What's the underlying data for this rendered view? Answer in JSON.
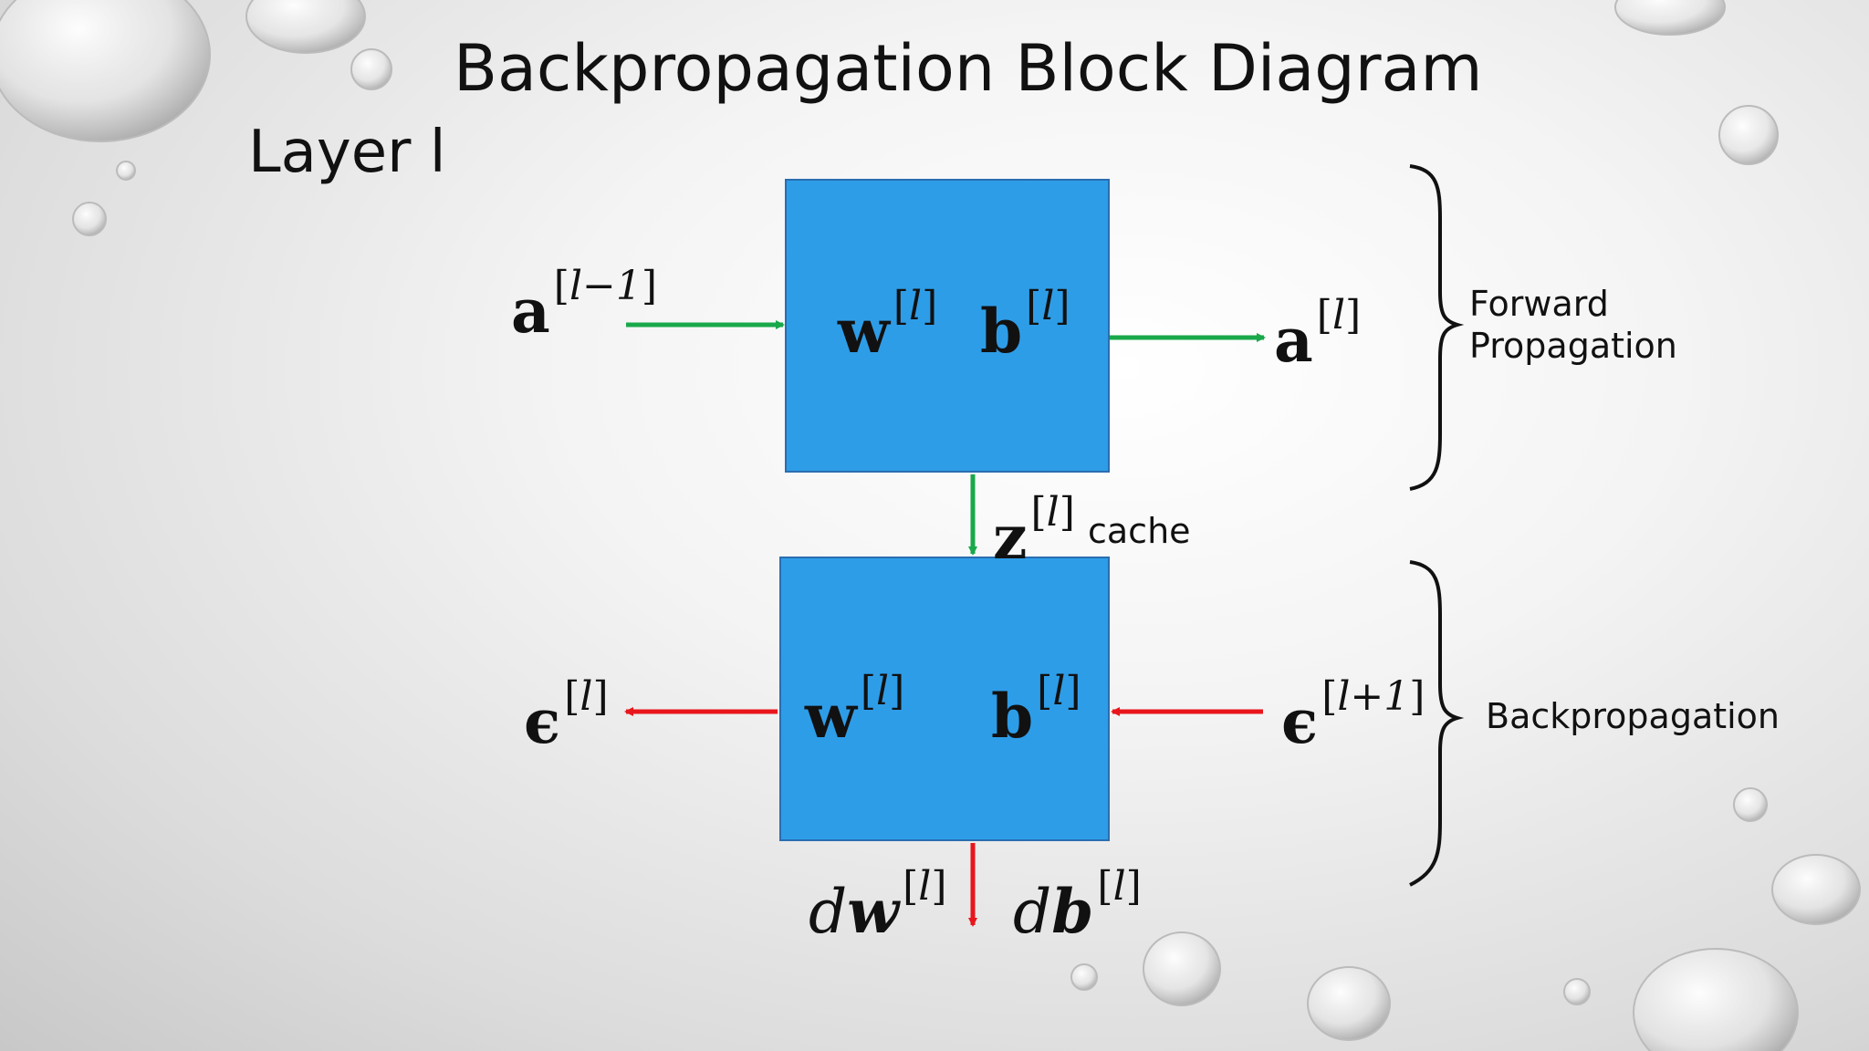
{
  "title": "Backpropagation Block Diagram",
  "layer_label": "Layer l",
  "forward_block": {
    "w_base": "w",
    "w_sup": "l",
    "b_base": "b",
    "b_sup": "l"
  },
  "backward_block": {
    "w_base": "w",
    "w_sup": "l",
    "b_base": "b",
    "b_sup": "l"
  },
  "forward_input": {
    "base": "a",
    "sup": "l−1"
  },
  "forward_output": {
    "base": "a",
    "sup": "l"
  },
  "cache": {
    "base": "z",
    "sup": "l",
    "label": "cache"
  },
  "backward_input": {
    "base": "ϵ",
    "sup": "l+1"
  },
  "backward_output": {
    "base": "ϵ",
    "sup": "l"
  },
  "gradients": {
    "dw": {
      "prefix": "d",
      "base": "w",
      "sup": "l"
    },
    "db": {
      "prefix": "d",
      "base": "b",
      "sup": "l"
    }
  },
  "forward_brace_label_line1": "Forward",
  "forward_brace_label_line2": "Propagation",
  "backward_brace_label": "Backpropagation",
  "colors": {
    "block": "#2e9de8",
    "forward_arrow": "#19a84a",
    "backward_arrow": "#e8161c"
  }
}
